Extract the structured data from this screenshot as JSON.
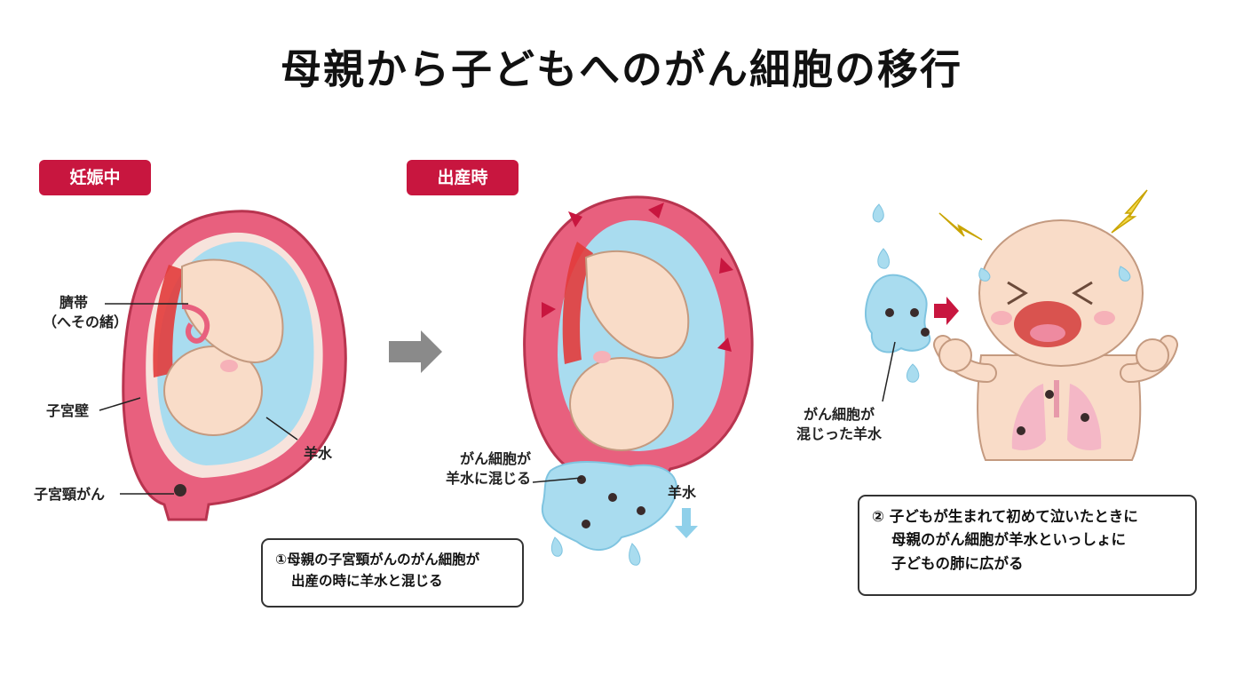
{
  "title": "母親から子どもへのがん細胞の移行",
  "stages": {
    "pregnancy": "妊娠中",
    "birth": "出産時"
  },
  "labels": {
    "umbilical_cord": "臍帯",
    "umbilical_cord_sub": "（へその緒）",
    "uterine_wall": "子宮壁",
    "cervical_cancer": "子宮頸がん",
    "amniotic_fluid_1": "羊水",
    "cancer_mix_1": "がん細胞が",
    "cancer_mix_2": "羊水に混じる",
    "amniotic_fluid_2": "羊水",
    "cancer_fluid_1": "がん細胞が",
    "cancer_fluid_2": "混じった羊水"
  },
  "captions": {
    "step1_number": "①",
    "step1_line1": "母親の子宮頸がんのがん細胞が",
    "step1_line2": "出産の時に羊水と混じる",
    "step2_number": "②",
    "step2_line1": "子どもが生まれて初めて泣いたときに",
    "step2_line2": "母親のがん細胞が羊水といっしょに",
    "step2_line3": "子どもの肺に広がる"
  },
  "colors": {
    "accent_red": "#c8163f",
    "uterus_pink": "#e8607e",
    "fluid_blue": "#a9dcef",
    "skin": "#f9dcc8",
    "arrow_gray": "#8a8a8a"
  },
  "icons": [
    "gray-arrow-icon",
    "lightning-icon",
    "water-drop-icon",
    "cancer-cell-icon"
  ]
}
